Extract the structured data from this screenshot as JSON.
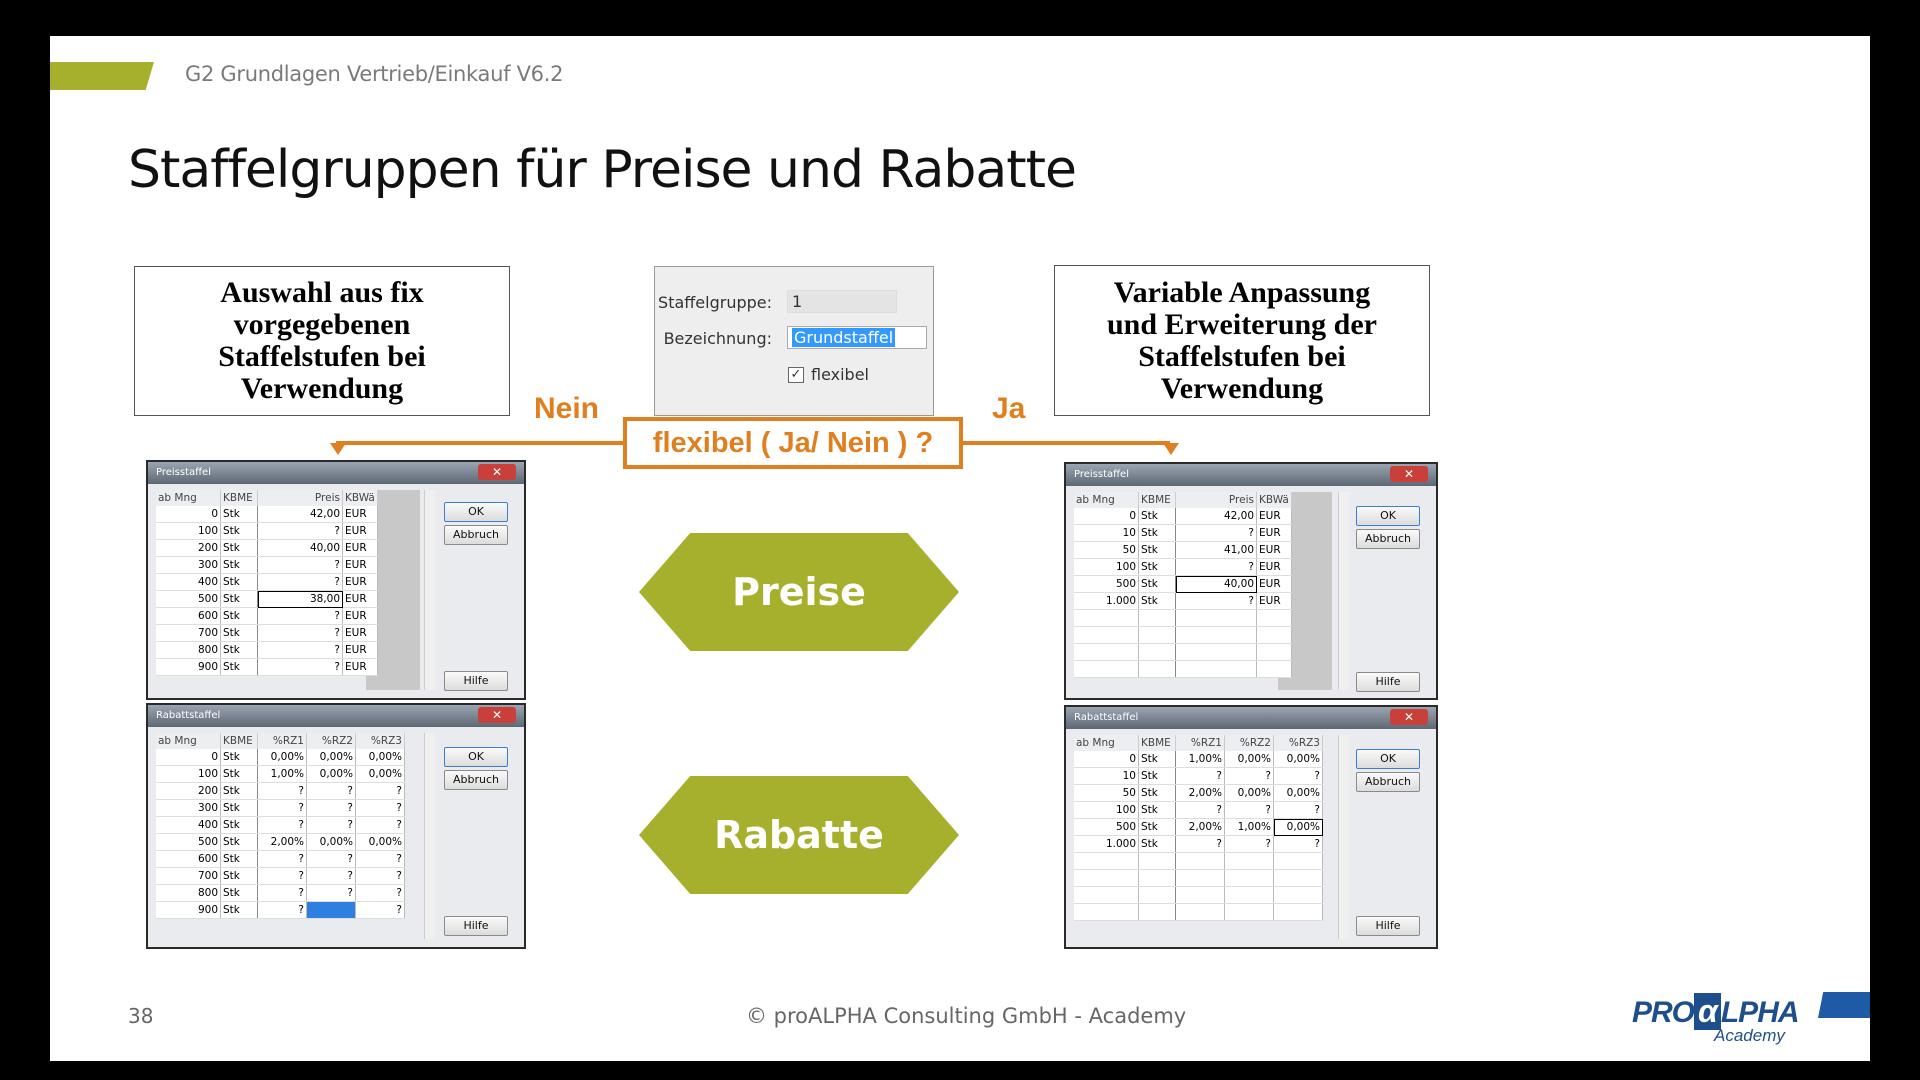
{
  "header": {
    "course": "G2 Grundlagen Vertrieb/Einkauf V6.2",
    "title": "Staffelgruppen für Preise und Rabatte"
  },
  "callouts": {
    "left": "Auswahl aus fix\nvorgegebenen\nStaffelstufen bei\nVerwendung",
    "right": "Variable Anpassung\nund Erweiterung der\nStaffelstufen bei\nVerwendung"
  },
  "staffelgruppe_dialog": {
    "group_label": "Staffelgruppe:",
    "group_value": "1",
    "name_label": "Bezeichnung:",
    "name_value": "Grundstaffel",
    "checkbox_label": "flexibel",
    "checkbox_checked": "✓"
  },
  "decision": {
    "question": "flexibel ( Ja/ Nein ) ?",
    "no": "Nein",
    "yes": "Ja"
  },
  "shapes": {
    "preise": "Preise",
    "rabatte": "Rabatte"
  },
  "buttons": {
    "ok": "OK",
    "cancel": "Abbruch",
    "help": "Hilfe"
  },
  "preisstaffel_title": "Preisstaffel",
  "rabattstaffel_title": "Rabattstaffel",
  "preis_headers": [
    "ab Mng",
    "KBME",
    "Preis",
    "KBWä"
  ],
  "rabatt_headers": [
    "ab Mng",
    "KBME",
    "%RZ1",
    "%RZ2",
    "%RZ3"
  ],
  "left_preis_rows": [
    [
      "0",
      "Stk",
      "42,00",
      "EUR"
    ],
    [
      "100",
      "Stk",
      "?",
      "EUR"
    ],
    [
      "200",
      "Stk",
      "40,00",
      "EUR"
    ],
    [
      "300",
      "Stk",
      "?",
      "EUR"
    ],
    [
      "400",
      "Stk",
      "?",
      "EUR"
    ],
    [
      "500",
      "Stk",
      "38,00",
      "EUR"
    ],
    [
      "600",
      "Stk",
      "?",
      "EUR"
    ],
    [
      "700",
      "Stk",
      "?",
      "EUR"
    ],
    [
      "800",
      "Stk",
      "?",
      "EUR"
    ],
    [
      "900",
      "Stk",
      "?",
      "EUR"
    ]
  ],
  "left_rabatt_rows": [
    [
      "0",
      "Stk",
      "0,00%",
      "0,00%",
      "0,00%"
    ],
    [
      "100",
      "Stk",
      "1,00%",
      "0,00%",
      "0,00%"
    ],
    [
      "200",
      "Stk",
      "?",
      "?",
      "?"
    ],
    [
      "300",
      "Stk",
      "?",
      "?",
      "?"
    ],
    [
      "400",
      "Stk",
      "?",
      "?",
      "?"
    ],
    [
      "500",
      "Stk",
      "2,00%",
      "0,00%",
      "0,00%"
    ],
    [
      "600",
      "Stk",
      "?",
      "?",
      "?"
    ],
    [
      "700",
      "Stk",
      "?",
      "?",
      "?"
    ],
    [
      "800",
      "Stk",
      "?",
      "?",
      "?"
    ],
    [
      "900",
      "Stk",
      "?",
      "",
      "?"
    ]
  ],
  "right_preis_rows": [
    [
      "0",
      "Stk",
      "42,00",
      "EUR"
    ],
    [
      "10",
      "Stk",
      "?",
      "EUR"
    ],
    [
      "50",
      "Stk",
      "41,00",
      "EUR"
    ],
    [
      "100",
      "Stk",
      "?",
      "EUR"
    ],
    [
      "500",
      "Stk",
      "40,00",
      "EUR"
    ],
    [
      "1.000",
      "Stk",
      "?",
      "EUR"
    ]
  ],
  "right_rabatt_rows": [
    [
      "0",
      "Stk",
      "1,00%",
      "0,00%",
      "0,00%"
    ],
    [
      "10",
      "Stk",
      "?",
      "?",
      "?"
    ],
    [
      "50",
      "Stk",
      "2,00%",
      "0,00%",
      "0,00%"
    ],
    [
      "100",
      "Stk",
      "?",
      "?",
      "?"
    ],
    [
      "500",
      "Stk",
      "2,00%",
      "1,00%",
      "0,00%"
    ],
    [
      "1.000",
      "Stk",
      "?",
      "?",
      "?"
    ]
  ],
  "footer": {
    "page": "38",
    "copyright": "© proALPHA Consulting GmbH - Academy",
    "logo_pro": "PRO",
    "logo_alpha": "α",
    "logo_lpha": "LPHA",
    "logo_sub": "Academy"
  },
  "colors": {
    "accent_green": "#a7b02d",
    "accent_orange": "#e07f1f",
    "brand_blue": "#1f4e8c"
  }
}
